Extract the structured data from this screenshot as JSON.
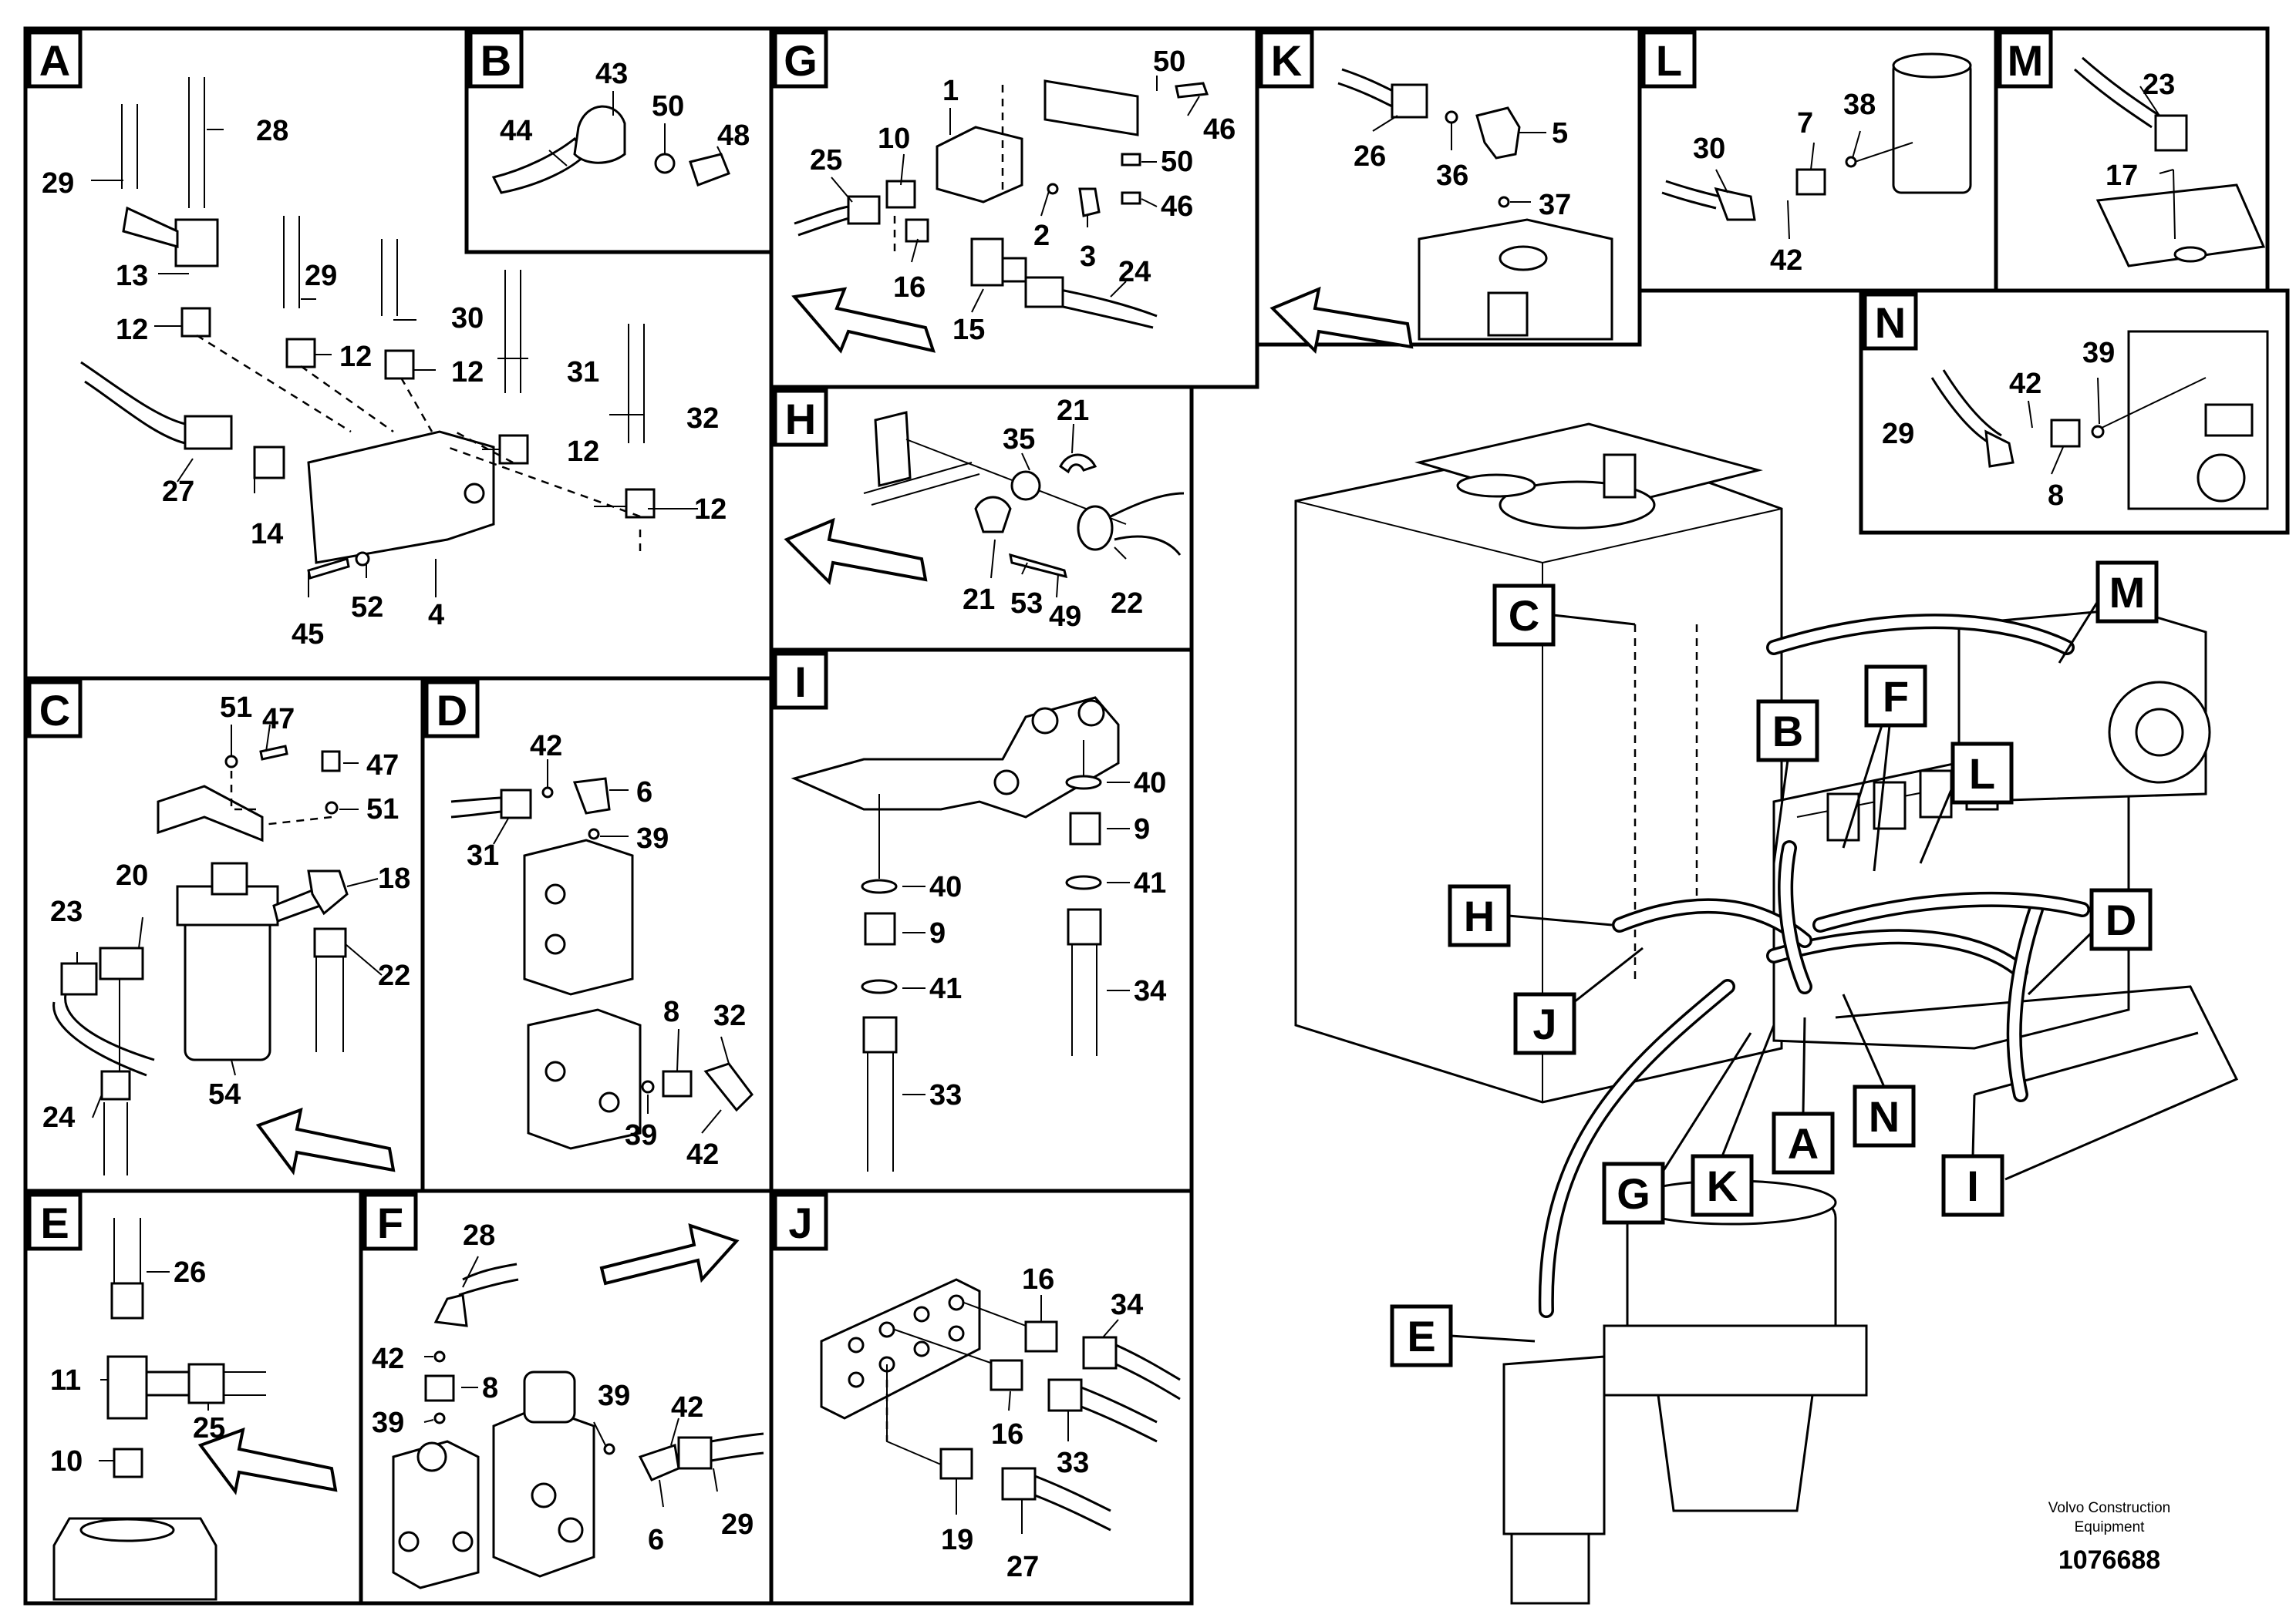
{
  "panels": {
    "A": {
      "letter": "A",
      "labels": [
        "28",
        "29",
        "13",
        "12",
        "29",
        "12",
        "30",
        "12",
        "31",
        "12",
        "32",
        "12",
        "27",
        "14",
        "45",
        "52",
        "4"
      ]
    },
    "B": {
      "letter": "B",
      "labels": [
        "43",
        "44",
        "50",
        "48"
      ]
    },
    "G": {
      "letter": "G",
      "labels": [
        "1",
        "50",
        "46",
        "50",
        "46",
        "25",
        "10",
        "2",
        "3",
        "16",
        "15",
        "24"
      ]
    },
    "K": {
      "letter": "K",
      "labels": [
        "26",
        "36",
        "5",
        "37"
      ]
    },
    "L": {
      "letter": "L",
      "labels": [
        "30",
        "7",
        "38",
        "42"
      ]
    },
    "M": {
      "letter": "M",
      "labels": [
        "23",
        "17"
      ]
    },
    "N": {
      "letter": "N",
      "labels": [
        "42",
        "39",
        "29",
        "8"
      ]
    },
    "H": {
      "letter": "H",
      "labels": [
        "35",
        "21",
        "21",
        "53",
        "49",
        "22"
      ]
    },
    "C": {
      "letter": "C",
      "labels": [
        "51",
        "47",
        "47",
        "51",
        "20",
        "23",
        "18",
        "22",
        "24",
        "54"
      ]
    },
    "D": {
      "letter": "D",
      "labels": [
        "42",
        "6",
        "31",
        "39",
        "8",
        "32",
        "39",
        "42"
      ]
    },
    "I": {
      "letter": "I",
      "labels": [
        "40",
        "9",
        "41",
        "34",
        "40",
        "9",
        "41",
        "33"
      ]
    },
    "E": {
      "letter": "E",
      "labels": [
        "26",
        "11",
        "25",
        "10"
      ]
    },
    "F": {
      "letter": "F",
      "labels": [
        "28",
        "42",
        "8",
        "39",
        "39",
        "42",
        "6",
        "29"
      ]
    },
    "J": {
      "letter": "J",
      "labels": [
        "16",
        "34",
        "16",
        "33",
        "19",
        "27"
      ]
    }
  },
  "overview_callouts": [
    "C",
    "M",
    "B",
    "F",
    "L",
    "D",
    "H",
    "J",
    "A",
    "N",
    "I",
    "G",
    "K",
    "E"
  ],
  "footer": {
    "brand_line1": "Volvo Construction",
    "brand_line2": "Equipment",
    "doc_number": "1076688"
  }
}
